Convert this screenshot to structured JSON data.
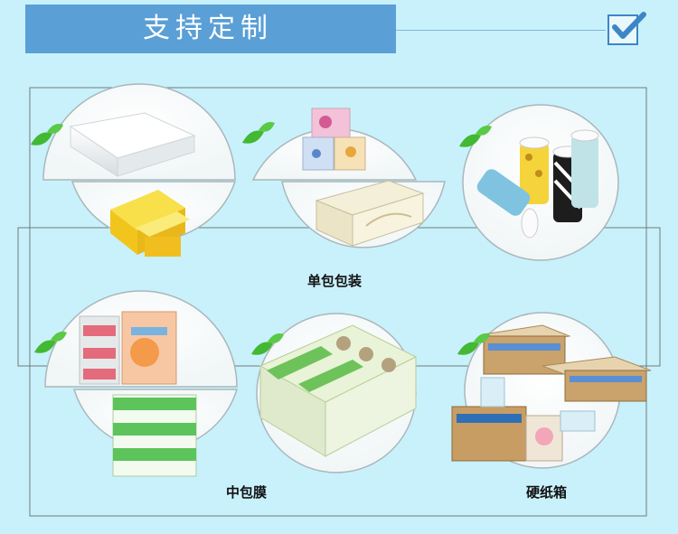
{
  "header": {
    "title": "支持定制"
  },
  "packaging": {
    "single_pack": "单包包装",
    "medium_pack_film": "中包膜",
    "hard_carton": "硬纸箱"
  },
  "colors": {
    "background": "#c9f1fb",
    "banner": "#5a9fd6",
    "leaf": "#43b833",
    "accent": "#3d86c6"
  },
  "icons": [
    "check-icon",
    "leaf-icon"
  ]
}
